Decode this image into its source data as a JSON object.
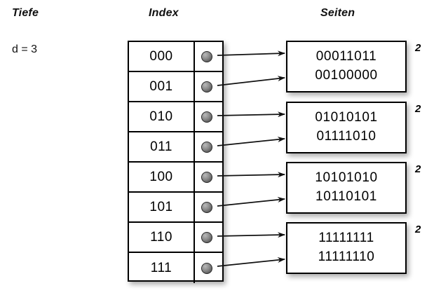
{
  "headings": {
    "depth": "Tiefe",
    "index": "Index",
    "pages": "Seiten"
  },
  "depth": {
    "label": "d = 3"
  },
  "index_table": {
    "rows": [
      {
        "key": "000",
        "pointer": "pointer-dot"
      },
      {
        "key": "001",
        "pointer": "pointer-dot"
      },
      {
        "key": "010",
        "pointer": "pointer-dot"
      },
      {
        "key": "011",
        "pointer": "pointer-dot"
      },
      {
        "key": "100",
        "pointer": "pointer-dot"
      },
      {
        "key": "101",
        "pointer": "pointer-dot"
      },
      {
        "key": "110",
        "pointer": "pointer-dot"
      },
      {
        "key": "111",
        "pointer": "pointer-dot"
      }
    ]
  },
  "pages": [
    {
      "line1": "00011011",
      "line2": "00100000",
      "count": "2"
    },
    {
      "line1": "01010101",
      "line2": "01111010",
      "count": "2"
    },
    {
      "line1": "10101010",
      "line2": "10110101",
      "count": "2"
    },
    {
      "line1": "11111111",
      "line2": "11111110",
      "count": "2"
    }
  ],
  "colors": {
    "background": "#ffffff",
    "stroke": "#000000",
    "pointer_dot": "#707070"
  }
}
